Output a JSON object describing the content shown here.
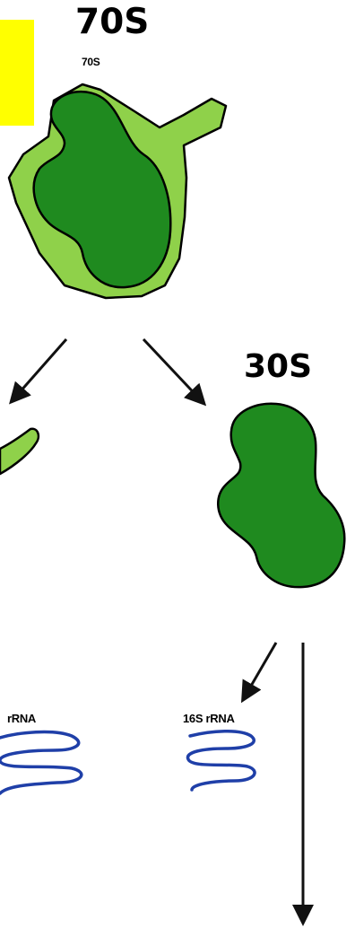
{
  "labels": {
    "title_70s": "70S",
    "subtitle_70s": "70S",
    "label_30s": "30S",
    "rrna_left": "rRNA",
    "rrna_16s": "16S rRNA"
  },
  "colors": {
    "highlight": "#ffff00",
    "light_green": "#8fd14a",
    "dark_green": "#1f8a1f",
    "rna_blue": "#1f3fa8",
    "arrow": "#111111"
  }
}
